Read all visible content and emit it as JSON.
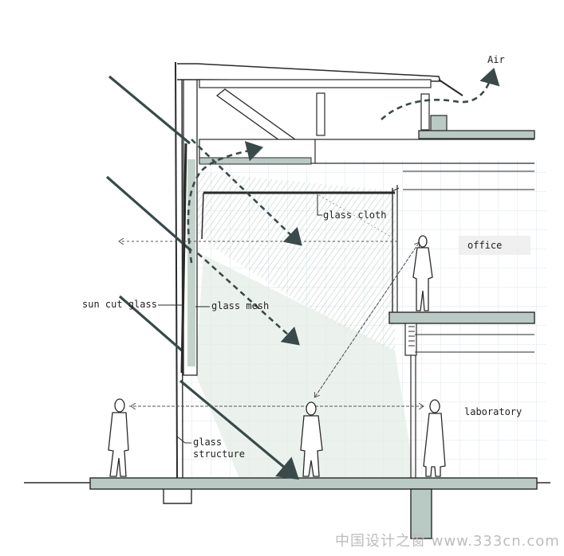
{
  "labels": {
    "air": "Air",
    "glass_cloth": "glass cloth",
    "office": "office",
    "sun_cut_glass": "sun cut glass",
    "glass_mesh": "glass mesh",
    "laboratory": "laboratory",
    "glass_structure_line1": "glass",
    "glass_structure_line2": "structure"
  },
  "watermark": "中国设计之窗 www.333cn.com",
  "colors": {
    "ink": "#2a2a2a",
    "grid": "#dbe7ec",
    "slab_fill": "#b9c9c3",
    "shade": "#cfdcd3",
    "arrow": "#3a4a4a"
  }
}
